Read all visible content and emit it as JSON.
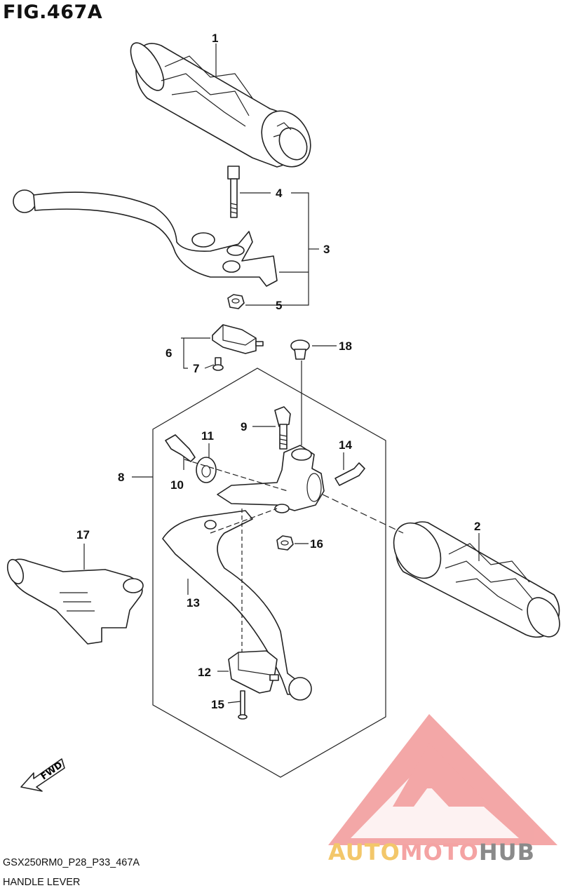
{
  "figure": {
    "title": "FIG.467A",
    "code": "GSX250RM0_P28_P33_467A",
    "caption": "HANDLE LEVER",
    "direction_label": "FWD"
  },
  "watermark": {
    "brand_part_1": "AUTO",
    "brand_part_2": "MOTO",
    "brand_part_3": "HUB",
    "color_1": "#f3c76a",
    "color_2": "#f4a3a3",
    "color_3": "#8a8a8a",
    "logo_color": "#f08a8a"
  },
  "callouts": [
    "1",
    "2",
    "3",
    "4",
    "5",
    "6",
    "7",
    "8",
    "9",
    "10",
    "11",
    "12",
    "13",
    "14",
    "15",
    "16",
    "17",
    "18"
  ],
  "parts": [
    {
      "number": "1",
      "icon": "handlebar-grip-left-icon"
    },
    {
      "number": "2",
      "icon": "handlebar-grip-right-icon"
    },
    {
      "number": "3",
      "icon": "clutch-lever-assembly-icon"
    },
    {
      "number": "4",
      "icon": "pivot-bolt-icon"
    },
    {
      "number": "5",
      "icon": "nut-icon"
    },
    {
      "number": "6",
      "icon": "clutch-switch-icon"
    },
    {
      "number": "7",
      "icon": "screw-icon"
    },
    {
      "number": "8",
      "icon": "brake-lever-assembly-icon"
    },
    {
      "number": "9",
      "icon": "pivot-bolt-icon"
    },
    {
      "number": "10",
      "icon": "bolt-icon"
    },
    {
      "number": "11",
      "icon": "washer-icon"
    },
    {
      "number": "12",
      "icon": "brake-switch-icon"
    },
    {
      "number": "13",
      "icon": "brake-lever-icon"
    },
    {
      "number": "14",
      "icon": "bolt-icon"
    },
    {
      "number": "15",
      "icon": "screw-icon"
    },
    {
      "number": "16",
      "icon": "nut-icon"
    },
    {
      "number": "17",
      "icon": "throttle-grip-icon"
    },
    {
      "number": "18",
      "icon": "cap-icon"
    }
  ]
}
